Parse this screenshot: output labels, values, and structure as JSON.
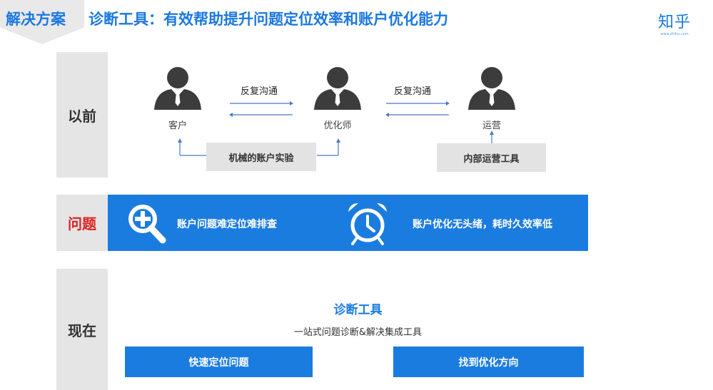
{
  "header": {
    "section_label": "解决方案",
    "title": "诊断工具：有效帮助提升问题定位效率和账户优化能力",
    "logo_text": "知乎",
    "logo_url": "www.zhihu.com"
  },
  "before": {
    "label": "以前",
    "people": [
      {
        "label": "客户",
        "icon": "person-icon"
      },
      {
        "label": "优化师",
        "icon": "person-icon"
      },
      {
        "label": "运营",
        "icon": "person-icon"
      }
    ],
    "communication_left": "反复沟通",
    "communication_right": "反复沟通",
    "box_left": "机械的账户实验",
    "box_right": "内部运营工具"
  },
  "problem": {
    "label": "问题",
    "items": [
      {
        "text": "账户问题难定位难排查",
        "icon": "magnify-plus-icon"
      },
      {
        "text": "账户优化无头绪，耗时久效率低",
        "icon": "alarm-clock-icon"
      }
    ]
  },
  "now": {
    "label": "现在",
    "tool_title": "诊断工具",
    "tool_subtitle": "一站式问题诊断&解决集成工具",
    "buttons": [
      "快速定位问题",
      "找到优化方向"
    ]
  },
  "colors": {
    "brand_blue": "#1b7ce0",
    "problem_red": "#e02020",
    "panel_gray": "#e5e5e5"
  }
}
